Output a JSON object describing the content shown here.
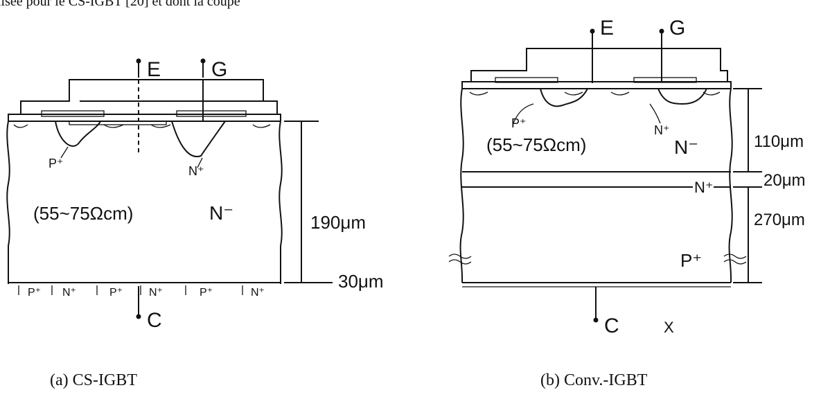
{
  "header_fragment": "lisée pour le CS-IGBT [20] et dont la coupe",
  "diagram_a": {
    "terminal_e": "E",
    "terminal_g": "G",
    "terminal_c": "C",
    "label_p_plus": "P⁺",
    "label_n_plus": "N⁺",
    "resistivity": "(55~75Ωcm)",
    "drift_label": "N⁻",
    "thickness_drift": "190μm",
    "thickness_bottom": "30μm",
    "bottom_cells": [
      "P⁺",
      "N⁺",
      "P⁺",
      "N⁺",
      "P⁺",
      "N⁺"
    ],
    "caption": "(a) CS-IGBT"
  },
  "diagram_b": {
    "terminal_e": "E",
    "terminal_g": "G",
    "terminal_c": "C",
    "label_p_plus": "P⁺",
    "label_n_plus": "N⁺",
    "resistivity": "(55~75Ωcm)",
    "drift_label": "N⁻",
    "buffer_label": "N⁺",
    "substrate_label": "P⁺",
    "thickness_drift": "110μm",
    "thickness_buffer": "20μm",
    "thickness_substrate": "270μm",
    "stray_mark": "X",
    "caption": "(b) Conv.-IGBT"
  }
}
